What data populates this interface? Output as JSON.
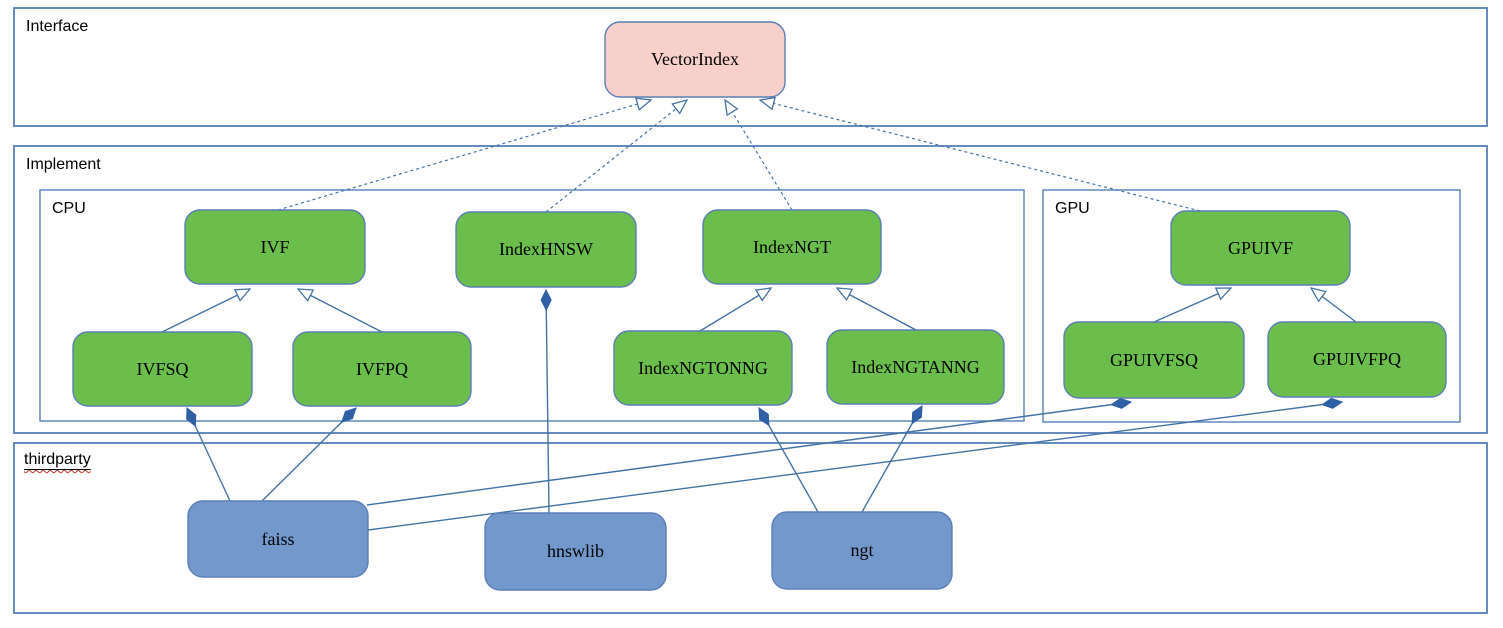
{
  "colors": {
    "interface_node_fill": "#f8d0cb",
    "implement_node_fill": "#6bbe4b",
    "thirdparty_node_fill": "#7399cc",
    "connector": "#4472a4",
    "section_border": "#5580b8",
    "node_border": "#5a7fb5",
    "spellcheck_underline": "#d03027"
  },
  "diagram": {
    "sections": [
      {
        "id": "interface",
        "label": "Interface"
      },
      {
        "id": "implement",
        "label": "Implement"
      },
      {
        "id": "cpu",
        "label": "CPU"
      },
      {
        "id": "gpu",
        "label": "GPU"
      },
      {
        "id": "thirdparty",
        "label": "thirdparty",
        "spellcheck_marked": true
      }
    ],
    "nodes": [
      {
        "id": "vectorindex",
        "label": "VectorIndex",
        "section": "interface",
        "kind": "interface"
      },
      {
        "id": "ivf",
        "label": "IVF",
        "section": "cpu",
        "kind": "class"
      },
      {
        "id": "indexhnsw",
        "label": "IndexHNSW",
        "section": "cpu",
        "kind": "class"
      },
      {
        "id": "indexngt",
        "label": "IndexNGT",
        "section": "cpu",
        "kind": "class"
      },
      {
        "id": "ivfsq",
        "label": "IVFSQ",
        "section": "cpu",
        "kind": "class"
      },
      {
        "id": "ivfpq",
        "label": "IVFPQ",
        "section": "cpu",
        "kind": "class"
      },
      {
        "id": "indexngtonng",
        "label": "IndexNGTONNG",
        "section": "cpu",
        "kind": "class"
      },
      {
        "id": "indexngtanng",
        "label": "IndexNGTANNG",
        "section": "cpu",
        "kind": "class"
      },
      {
        "id": "gpuivf",
        "label": "GPUIVF",
        "section": "gpu",
        "kind": "class"
      },
      {
        "id": "gpuivfsq",
        "label": "GPUIVFSQ",
        "section": "gpu",
        "kind": "class"
      },
      {
        "id": "gpuivfpq",
        "label": "GPUIVFPQ",
        "section": "gpu",
        "kind": "class"
      },
      {
        "id": "faiss",
        "label": "faiss",
        "section": "thirdparty",
        "kind": "library"
      },
      {
        "id": "hnswlib",
        "label": "hnswlib",
        "section": "thirdparty",
        "kind": "library"
      },
      {
        "id": "ngt",
        "label": "ngt",
        "section": "thirdparty",
        "kind": "library"
      }
    ],
    "edges": [
      {
        "from": "IVF",
        "to": "VectorIndex",
        "type": "realization"
      },
      {
        "from": "IndexHNSW",
        "to": "VectorIndex",
        "type": "realization"
      },
      {
        "from": "IndexNGT",
        "to": "VectorIndex",
        "type": "realization"
      },
      {
        "from": "GPUIVF",
        "to": "VectorIndex",
        "type": "realization"
      },
      {
        "from": "IVFSQ",
        "to": "IVF",
        "type": "generalization"
      },
      {
        "from": "IVFPQ",
        "to": "IVF",
        "type": "generalization"
      },
      {
        "from": "IndexNGTONNG",
        "to": "IndexNGT",
        "type": "generalization"
      },
      {
        "from": "IndexNGTANNG",
        "to": "IndexNGT",
        "type": "generalization"
      },
      {
        "from": "GPUIVFSQ",
        "to": "GPUIVF",
        "type": "generalization"
      },
      {
        "from": "GPUIVFPQ",
        "to": "GPUIVF",
        "type": "generalization"
      },
      {
        "from": "faiss",
        "to": "IVFSQ",
        "type": "composition"
      },
      {
        "from": "faiss",
        "to": "IVFPQ",
        "type": "composition"
      },
      {
        "from": "faiss",
        "to": "GPUIVFSQ",
        "type": "composition"
      },
      {
        "from": "faiss",
        "to": "GPUIVFPQ",
        "type": "composition"
      },
      {
        "from": "hnswlib",
        "to": "IndexHNSW",
        "type": "composition"
      },
      {
        "from": "ngt",
        "to": "IndexNGTONNG",
        "type": "composition"
      },
      {
        "from": "ngt",
        "to": "IndexNGTANNG",
        "type": "composition"
      }
    ]
  }
}
